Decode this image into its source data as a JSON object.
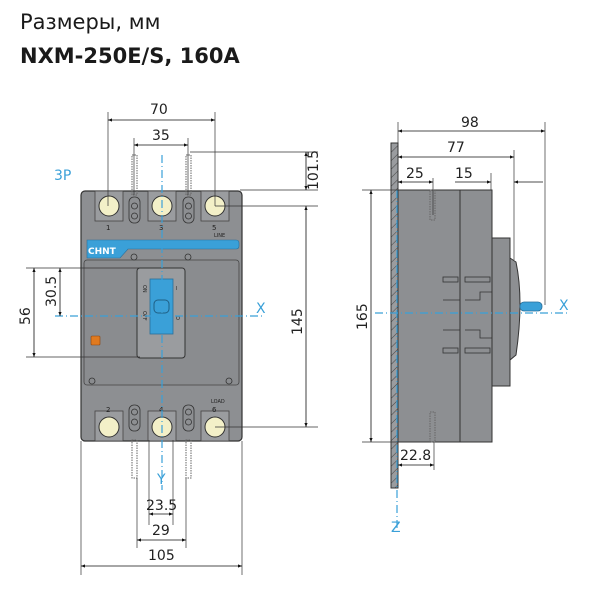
{
  "header": {
    "subtitle": "Размеры, мм",
    "title": "NXM-250E/S, 160A"
  },
  "front_view": {
    "pole_label": "3P",
    "brand": "CHNT",
    "terminal_numbers_top": [
      "1",
      "3",
      "5"
    ],
    "terminal_numbers_bottom": [
      "2",
      "4",
      "6"
    ],
    "line_label": "LINE",
    "load_label": "LOAD",
    "switch_on_label": "ON",
    "switch_off_label": "OFF",
    "switch_on_symbol": "I",
    "switch_off_symbol": "O",
    "axis_x": "X",
    "axis_y": "Y",
    "dimensions": {
      "top_outer_width": "70",
      "top_inner_width": "35",
      "top_offset": "101.5",
      "left_outer_height": "56",
      "left_inner_height": "30.5",
      "right_height": "145",
      "bottom_inner_width": "23.5",
      "bottom_mid_width": "29",
      "bottom_overall_width": "105"
    }
  },
  "side_view": {
    "axis_x": "X",
    "axis_z": "Z",
    "dimensions": {
      "overall_depth": "98",
      "body_depth": "77",
      "front_offset": "25",
      "handle_offset": "15",
      "height": "165",
      "bottom_offset": "22.8"
    }
  },
  "colors": {
    "body": "#8d8f92",
    "body_dark": "#6f7174",
    "accent_blue": "#3aa0d8",
    "terminal": "#f3f0c8",
    "indicator_orange": "#e07a1f"
  }
}
